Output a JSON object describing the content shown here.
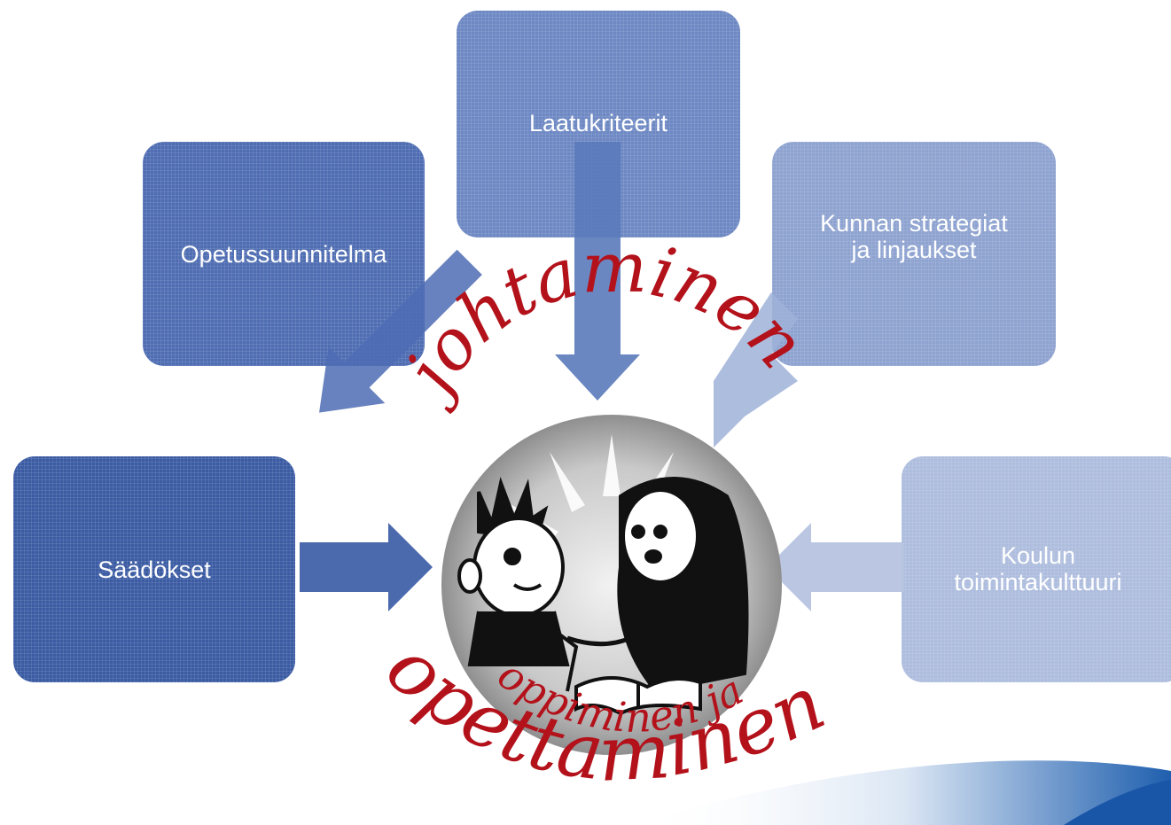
{
  "boxes": {
    "saadokset": "Säädökset",
    "opetussuunnitelma": "Opetussuunnitelma",
    "laatukriteerit": "Laatukriteerit",
    "kunnan_line1": "Kunnan strategiat",
    "kunnan_line2": "ja linjaukset",
    "koulun_line1": "Koulun",
    "koulun_line2": "toimintakulttuuri"
  },
  "center": {
    "arc_top": "johtaminen",
    "arc_inner": "oppiminen ja",
    "arc_bottom": "opettaminen"
  },
  "colors": {
    "box_1": "#3b5ba3",
    "box_2": "#4f6db2",
    "box_3": "#6d88c3",
    "box_4": "#8ea3d0",
    "box_5": "#aebdde",
    "script_text": "#b3121b"
  }
}
